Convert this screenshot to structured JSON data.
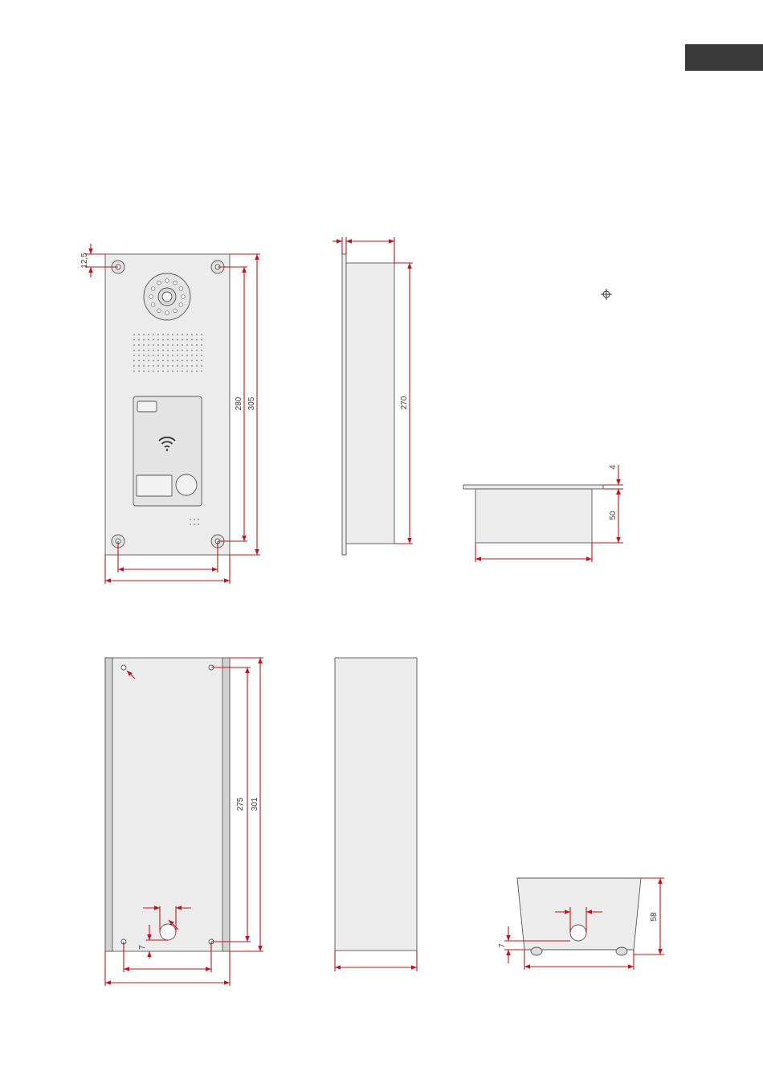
{
  "colors": {
    "dimension_line": "#c0141c",
    "panel_fill": "#ececec",
    "outline": "#555555",
    "tab": "#3a3a3a"
  },
  "icons": [
    "wifi-icon",
    "crosshair-icon"
  ],
  "dimensions": {
    "front_top_offset": "12,5",
    "front_hole_spacing": "280",
    "front_height": "305",
    "side_box_height": "270",
    "top_plate_thickness": "4",
    "top_box_depth": "50",
    "back_hole_spacing": "275",
    "back_height": "301",
    "back_cable_offset": "7",
    "bottom_cable_offset": "7",
    "bottom_height": "58"
  }
}
